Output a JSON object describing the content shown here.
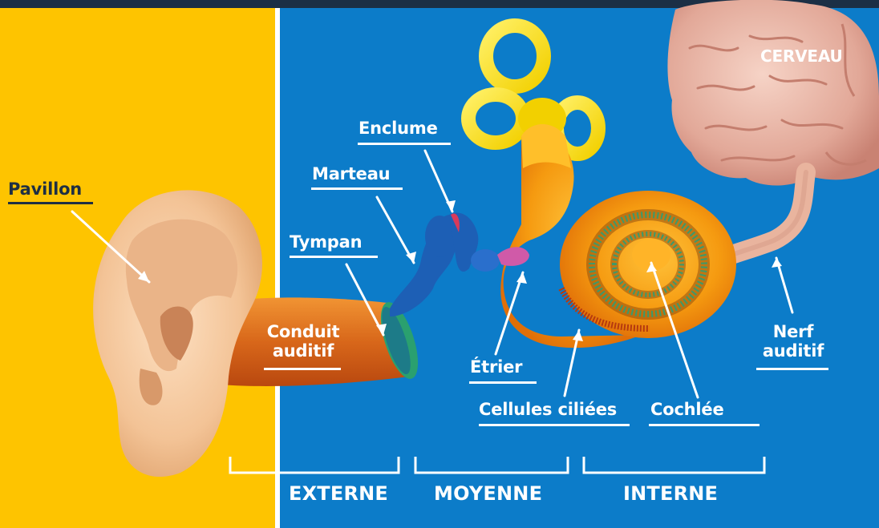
{
  "colors": {
    "outer_bar": "#1b2f45",
    "external_bg": "#fec400",
    "middle_inner_bg": "#0c7cc9",
    "label_dark": "#1e2f44",
    "label_white": "#ffffff",
    "ear_skin": "#f6caa0",
    "canal_orange": "#e57a1f",
    "ossicles_blue": "#1d5fb5",
    "canals_yellow": "#ffe400",
    "cochlea_orange": "#f59a10",
    "brain_pink": "#e9b3a6",
    "stirrup_pink": "#d05aa8"
  },
  "labels": {
    "pavillon": "Pavillon",
    "conduit": "Conduit\nauditif",
    "tympan": "Tympan",
    "marteau": "Marteau",
    "enclume": "Enclume",
    "etrier": "Étrier",
    "cellules": "Cellules ciliées",
    "cochlee": "Cochlée",
    "nerf": "Nerf\nauditif",
    "cerveau": "CERVEAU"
  },
  "sections": {
    "externe": "EXTERNE",
    "moyenne": "MOYENNE",
    "interne": "INTERNE"
  },
  "parts": {
    "ear": "ear-pinna",
    "canal": "ear-canal",
    "ossicles": "ossicles",
    "semicircular": "semicircular-canals",
    "cochlea": "cochlea-spiral",
    "nerve": "auditory-nerve",
    "brain": "brain"
  }
}
